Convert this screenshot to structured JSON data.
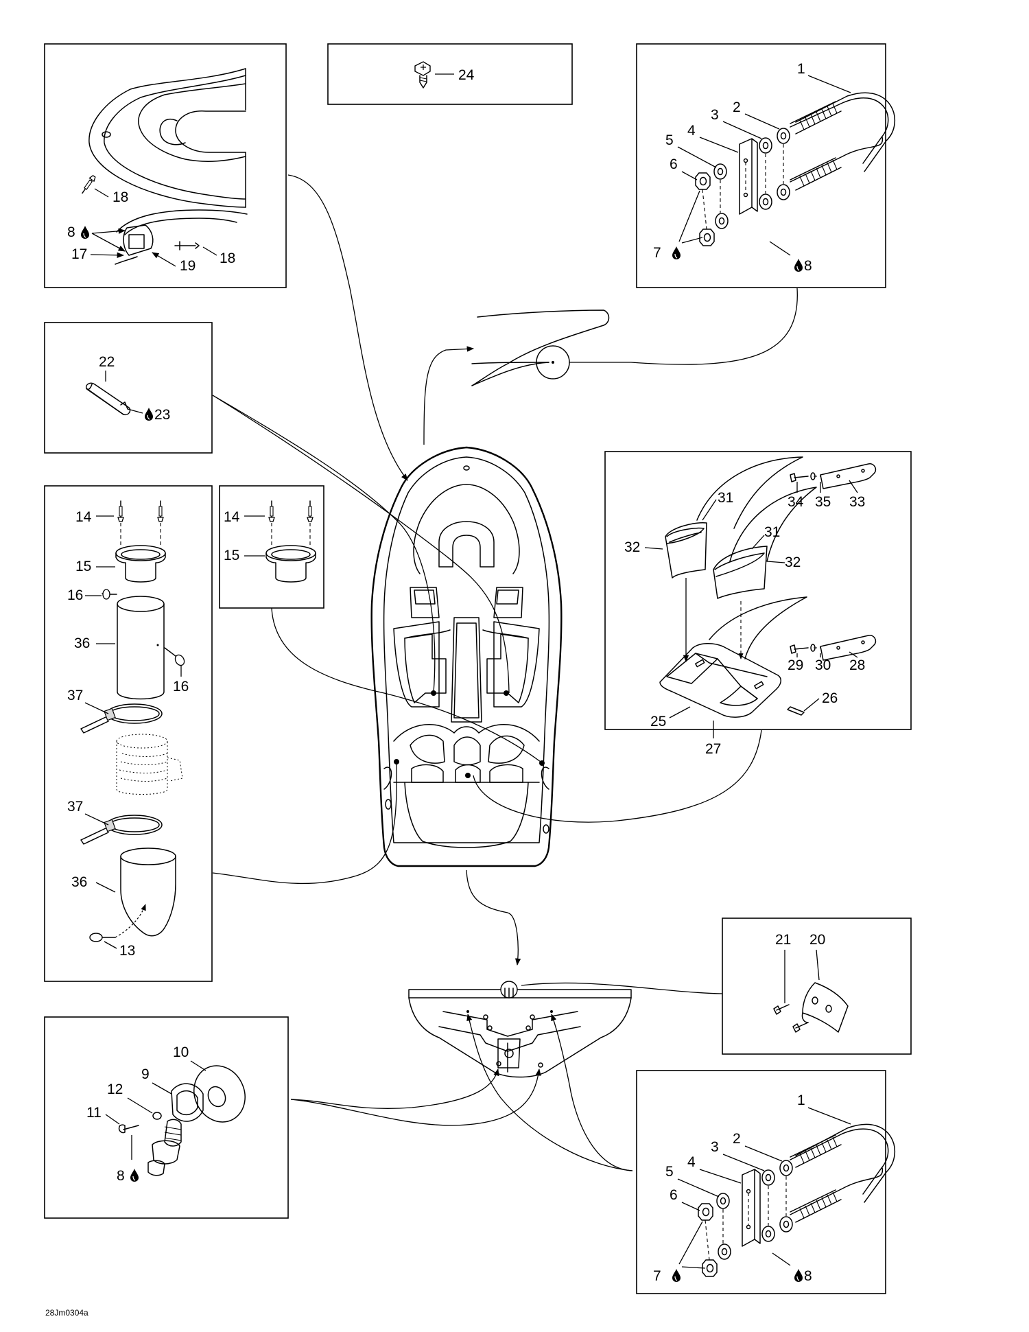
{
  "drawing_code": "28Jm0304a",
  "callouts": {
    "c1": "1",
    "c2": "2",
    "c3": "3",
    "c4": "4",
    "c5": "5",
    "c6": "6",
    "c7": "7",
    "c8": "8",
    "c9": "9",
    "c10": "10",
    "c11": "11",
    "c12": "12",
    "c13": "13",
    "c14": "14",
    "c15": "15",
    "c16": "16",
    "c17": "17",
    "c18": "18",
    "c19": "19",
    "c20": "20",
    "c21": "21",
    "c22": "22",
    "c23": "23",
    "c24": "24",
    "c25": "25",
    "c26": "26",
    "c27": "27",
    "c28": "28",
    "c29": "29",
    "c30": "30",
    "c31": "31",
    "c32": "32",
    "c33": "33",
    "c34": "34",
    "c35": "35",
    "c36": "36",
    "c37": "37"
  },
  "icons": {
    "drop": "sealant-drop-icon",
    "screw": "screw-icon",
    "rivet": "rivet-icon",
    "nut": "hex-nut-icon",
    "washer": "washer-icon"
  }
}
